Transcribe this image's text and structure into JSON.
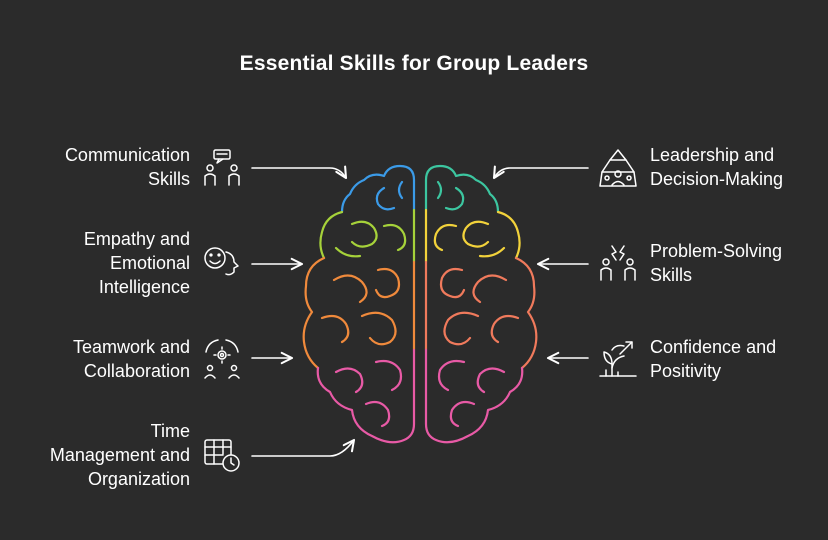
{
  "title": "Essential Skills for Group Leaders",
  "skills": {
    "communication": [
      "Communication",
      "Skills"
    ],
    "empathy": [
      "Empathy and",
      "Emotional",
      "Intelligence"
    ],
    "teamwork": [
      "Teamwork and",
      "Collaboration"
    ],
    "time": [
      "Time",
      "Management and",
      "Organization"
    ],
    "leadership": [
      "Leadership and",
      "Decision-Making"
    ],
    "problem": [
      "Problem-Solving",
      "Skills"
    ],
    "confidence": [
      "Confidence and",
      "Positivity"
    ]
  },
  "colors": {
    "background": "#2b2b2b",
    "blue": "#3b9be8",
    "teal": "#3cc6a0",
    "yellow_green": "#a6d23a",
    "yellow": "#f2d23b",
    "orange": "#f08a3c",
    "coral": "#f07a5c",
    "pink": "#e85aa6",
    "icon": "#ffffff"
  }
}
